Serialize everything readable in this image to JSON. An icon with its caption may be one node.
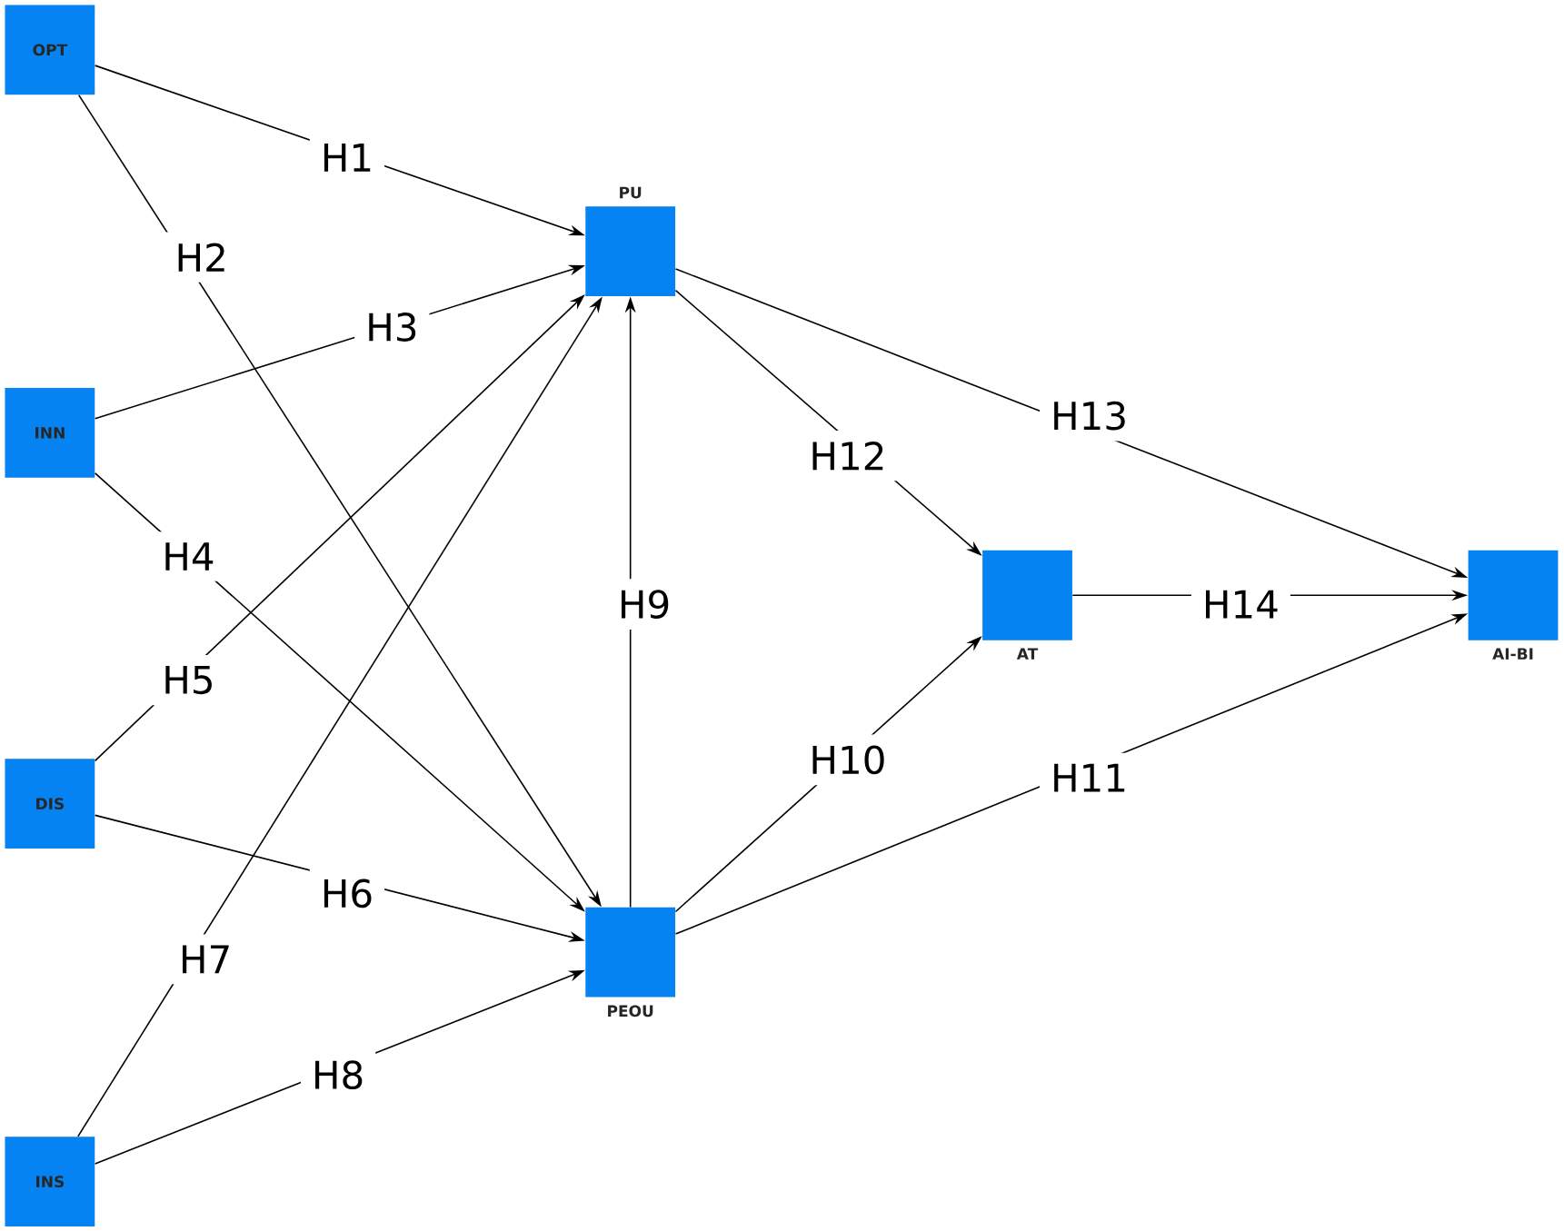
{
  "diagram": {
    "nodes": [
      {
        "text": [
          "OPT"
        ]
      },
      {
        "text": [
          "INN"
        ]
      },
      {
        "text": [
          "DIS"
        ]
      },
      {
        "text": [
          "INS"
        ]
      },
      {
        "text": [
          "PU"
        ]
      },
      {
        "text": [
          "PEOU"
        ]
      },
      {
        "text": [
          "AT"
        ]
      },
      {
        "text": [
          "AI-BI"
        ]
      }
    ],
    "edges": [
      {
        "from": 0,
        "to": 4,
        "arrow": "to",
        "label": "H1"
      },
      {
        "from": 0,
        "to": 5,
        "arrow": "to",
        "label": "H2"
      },
      {
        "from": 1,
        "to": 4,
        "arrow": "to",
        "label": "H3"
      },
      {
        "from": 1,
        "to": 5,
        "arrow": "to",
        "label": "H4"
      },
      {
        "from": 2,
        "to": 4,
        "arrow": "to",
        "label": "H5"
      },
      {
        "from": 2,
        "to": 5,
        "arrow": "to",
        "label": "H6"
      },
      {
        "from": 3,
        "to": 4,
        "arrow": "to",
        "label": "H7"
      },
      {
        "from": 3,
        "to": 5,
        "arrow": "to",
        "label": "H8"
      },
      {
        "from": 5,
        "to": 4,
        "arrow": "to",
        "label": "H9"
      },
      {
        "from": 5,
        "to": 6,
        "arrow": "to",
        "label": "H10"
      },
      {
        "from": 5,
        "to": 7,
        "arrow": "to",
        "label": "H11"
      },
      {
        "from": 4,
        "to": 6,
        "arrow": "to",
        "label": "H12"
      },
      {
        "from": 4,
        "to": 7,
        "arrow": "to",
        "label": "H13"
      },
      {
        "from": 6,
        "to": 7,
        "arrow": "to",
        "label": "H14"
      }
    ]
  }
}
